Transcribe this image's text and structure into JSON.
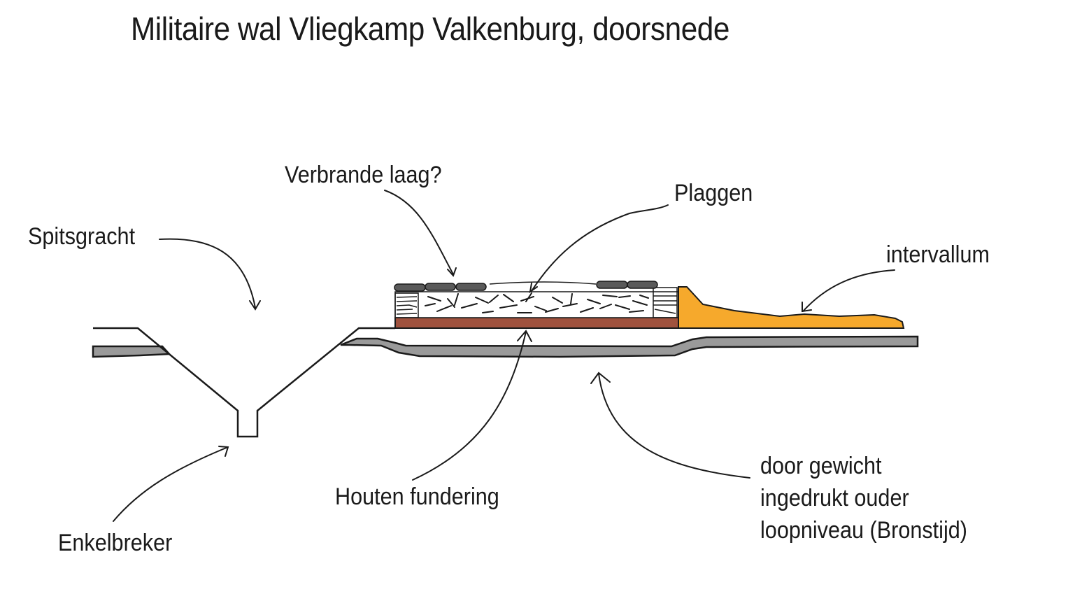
{
  "title": "Militaire wal Vliegkamp Valkenburg, doorsnede",
  "labels": {
    "verbrande_laag": "Verbrande laag?",
    "plaggen": "Plaggen",
    "spitsgracht": "Spitsgracht",
    "intervallum": "intervallum",
    "houten_fundering": "Houten fundering",
    "enkelbreker": "Enkelbreker",
    "loopniveau": [
      "door gewicht",
      "ingedrukt ouder",
      "loopniveau (Bronstijd)"
    ]
  },
  "colors": {
    "foundation": "#a0523e",
    "intervallum_fill": "#f6a92c",
    "old_level_fill": "#9a9a9a",
    "burnt_layer": "#5a5a5a",
    "line": "#1a1a1a"
  }
}
